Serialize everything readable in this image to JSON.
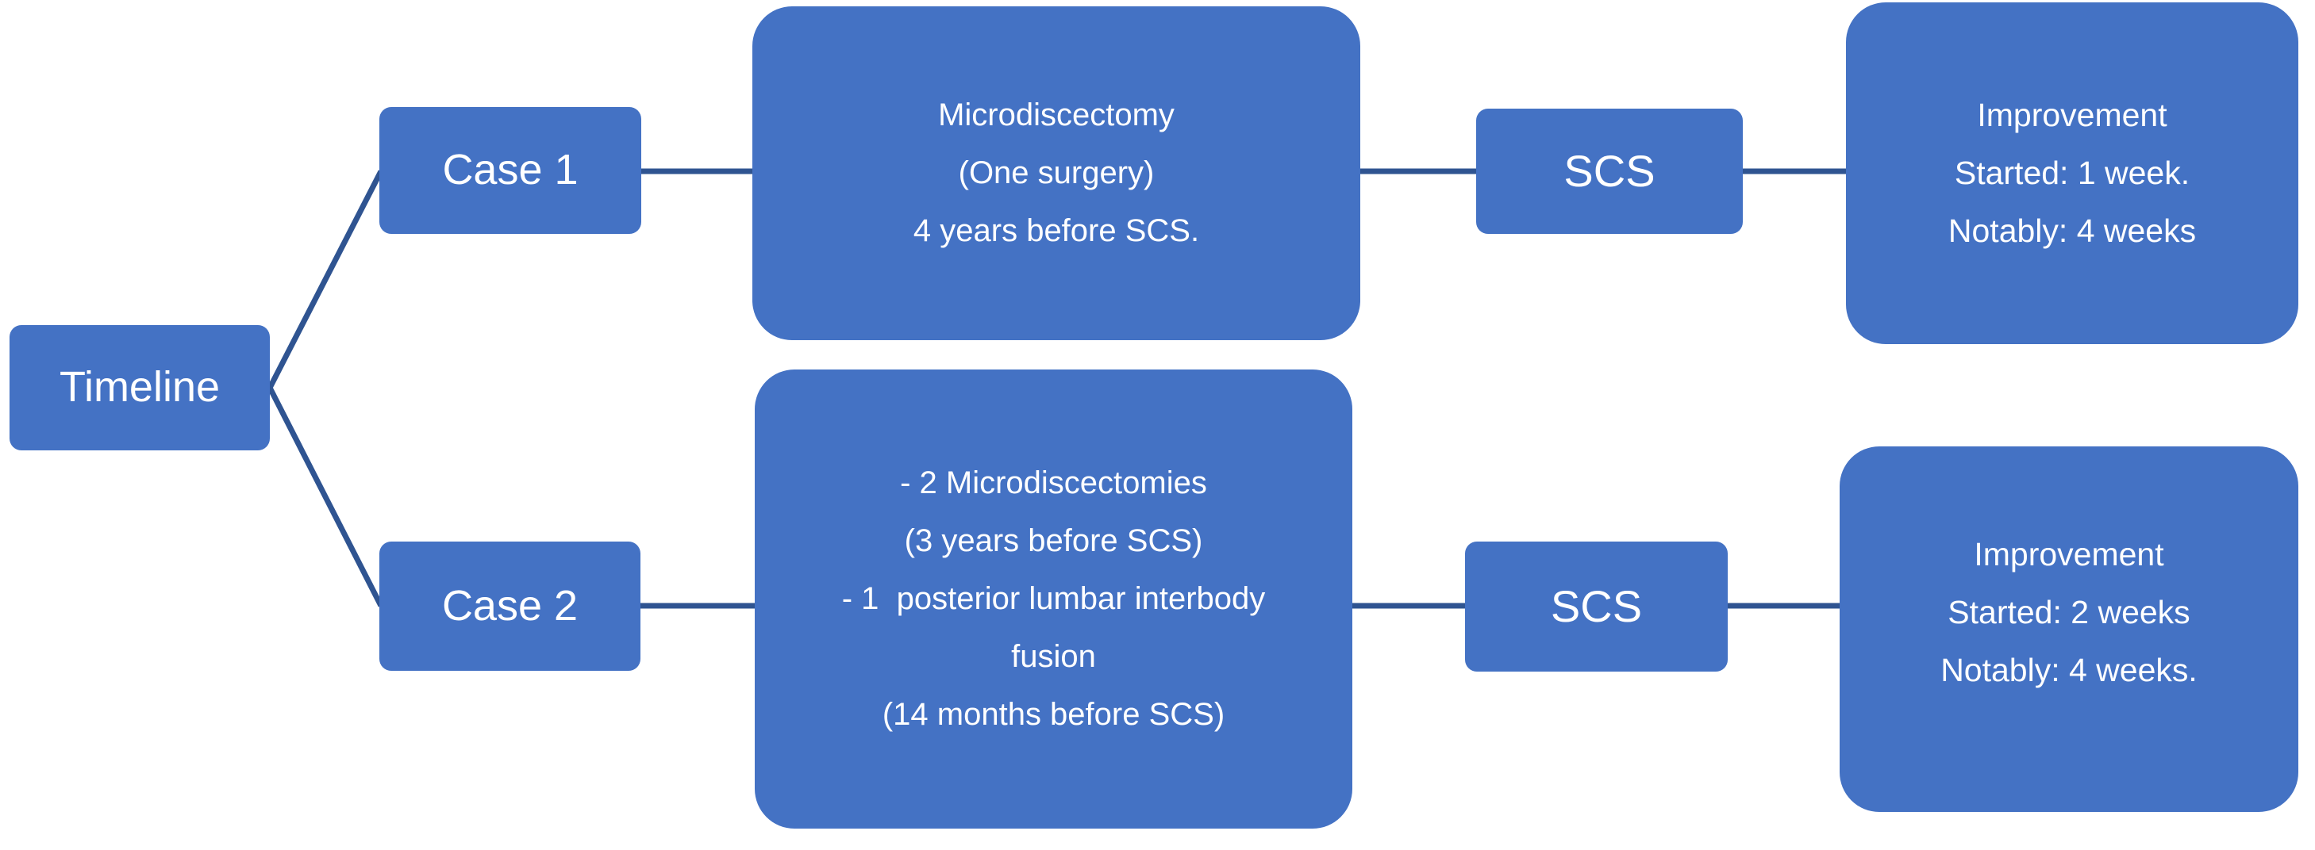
{
  "colors": {
    "box_fill": "#4472C4",
    "box_text": "#FFFFFF",
    "connector": "#2F5491",
    "background": "#FFFFFF"
  },
  "diagram": {
    "root_label": "Timeline",
    "rows": [
      {
        "case_label": "Case 1",
        "history_lines": [
          "Microdiscectomy",
          "(One surgery)",
          "4 years before SCS."
        ],
        "scs_label": "SCS",
        "outcome_lines": [
          "Improvement",
          "Started: 1 week.",
          "Notably: 4 weeks"
        ]
      },
      {
        "case_label": "Case 2",
        "history_lines": [
          "- 2 Microdiscectomies",
          "(3 years before SCS)",
          "- 1  posterior lumbar interbody",
          "fusion",
          "(14 months before SCS)"
        ],
        "scs_label": "SCS",
        "outcome_lines": [
          "Improvement",
          "Started: 2 weeks",
          "Notably: 4 weeks."
        ]
      }
    ]
  }
}
